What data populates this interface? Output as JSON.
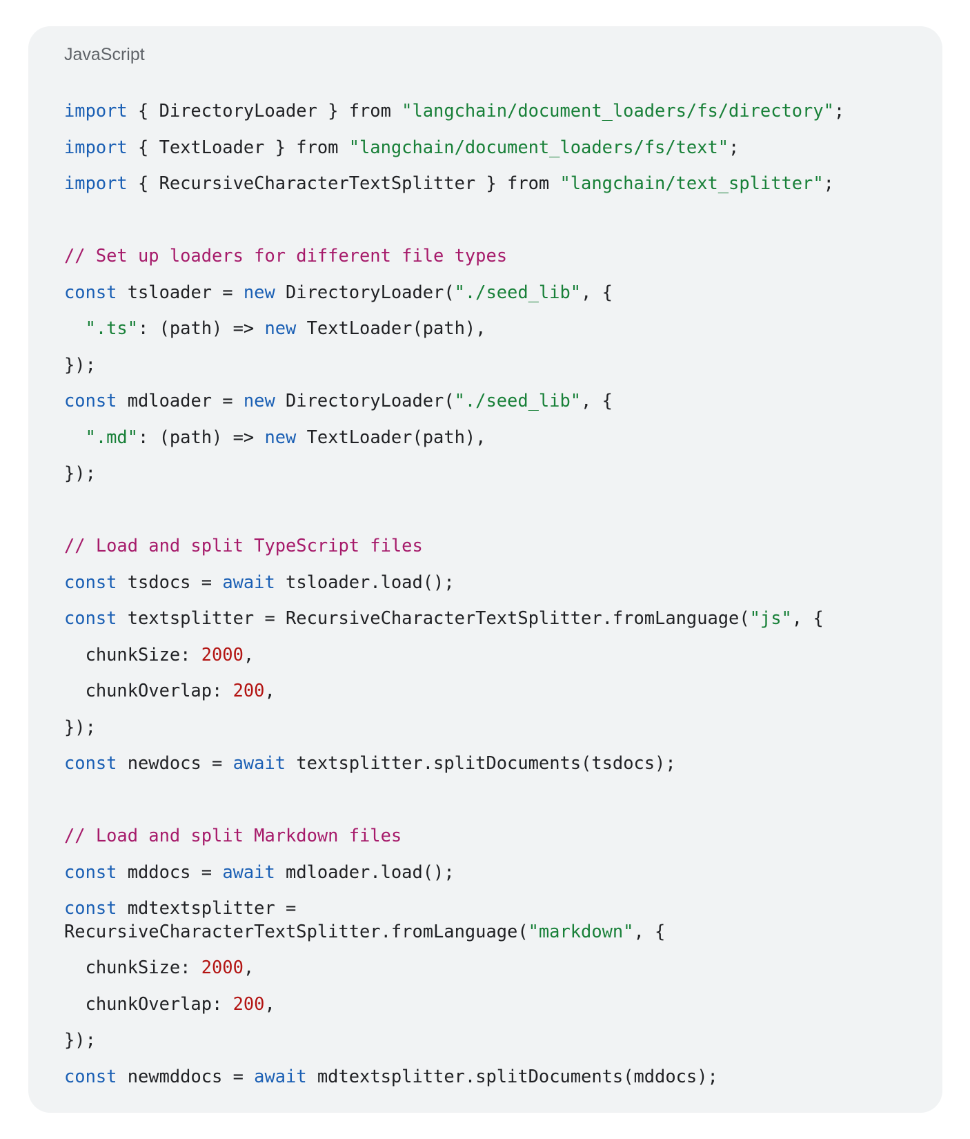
{
  "code_block": {
    "language_label": "JavaScript",
    "colors": {
      "background": "#f1f3f4",
      "keyword": "#1a5fb4",
      "string": "#188038",
      "comment": "#a61a6a",
      "number": "#b31412",
      "plain": "#202124",
      "label": "#5f6368"
    },
    "lines": [
      {
        "tokens": [
          [
            "kw",
            "import"
          ],
          [
            "plain",
            " { DirectoryLoader } from "
          ],
          [
            "str",
            "\"langchain/document_loaders/fs/directory\""
          ],
          [
            "plain",
            ";"
          ]
        ]
      },
      {
        "tokens": [
          [
            "kw",
            "import"
          ],
          [
            "plain",
            " { TextLoader } from "
          ],
          [
            "str",
            "\"langchain/document_loaders/fs/text\""
          ],
          [
            "plain",
            ";"
          ]
        ]
      },
      {
        "tokens": [
          [
            "kw",
            "import"
          ],
          [
            "plain",
            " { RecursiveCharacterTextSplitter } from "
          ],
          [
            "str",
            "\"langchain/text_splitter\""
          ],
          [
            "plain",
            ";"
          ]
        ]
      },
      {
        "tokens": []
      },
      {
        "tokens": [
          [
            "com",
            "// Set up loaders for different file types"
          ]
        ]
      },
      {
        "tokens": [
          [
            "kw",
            "const"
          ],
          [
            "plain",
            " tsloader = "
          ],
          [
            "kw",
            "new"
          ],
          [
            "plain",
            " DirectoryLoader("
          ],
          [
            "str",
            "\"./seed_lib\""
          ],
          [
            "plain",
            ", {"
          ]
        ]
      },
      {
        "tokens": [
          [
            "plain",
            "  "
          ],
          [
            "str",
            "\".ts\""
          ],
          [
            "plain",
            ": (path) => "
          ],
          [
            "kw",
            "new"
          ],
          [
            "plain",
            " TextLoader(path),"
          ]
        ]
      },
      {
        "tokens": [
          [
            "plain",
            "});"
          ]
        ]
      },
      {
        "tokens": [
          [
            "kw",
            "const"
          ],
          [
            "plain",
            " mdloader = "
          ],
          [
            "kw",
            "new"
          ],
          [
            "plain",
            " DirectoryLoader("
          ],
          [
            "str",
            "\"./seed_lib\""
          ],
          [
            "plain",
            ", {"
          ]
        ]
      },
      {
        "tokens": [
          [
            "plain",
            "  "
          ],
          [
            "str",
            "\".md\""
          ],
          [
            "plain",
            ": (path) => "
          ],
          [
            "kw",
            "new"
          ],
          [
            "plain",
            " TextLoader(path),"
          ]
        ]
      },
      {
        "tokens": [
          [
            "plain",
            "});"
          ]
        ]
      },
      {
        "tokens": []
      },
      {
        "tokens": [
          [
            "com",
            "// Load and split TypeScript files"
          ]
        ]
      },
      {
        "tokens": [
          [
            "kw",
            "const"
          ],
          [
            "plain",
            " tsdocs = "
          ],
          [
            "kw",
            "await"
          ],
          [
            "plain",
            " tsloader.load();"
          ]
        ]
      },
      {
        "tokens": [
          [
            "kw",
            "const"
          ],
          [
            "plain",
            " textsplitter = RecursiveCharacterTextSplitter.fromLanguage("
          ],
          [
            "str",
            "\"js\""
          ],
          [
            "plain",
            ", {"
          ]
        ]
      },
      {
        "tokens": [
          [
            "plain",
            "  chunkSize: "
          ],
          [
            "num",
            "2000"
          ],
          [
            "plain",
            ","
          ]
        ]
      },
      {
        "tokens": [
          [
            "plain",
            "  chunkOverlap: "
          ],
          [
            "num",
            "200"
          ],
          [
            "plain",
            ","
          ]
        ]
      },
      {
        "tokens": [
          [
            "plain",
            "});"
          ]
        ]
      },
      {
        "tokens": [
          [
            "kw",
            "const"
          ],
          [
            "plain",
            " newdocs = "
          ],
          [
            "kw",
            "await"
          ],
          [
            "plain",
            " textsplitter.splitDocuments(tsdocs);"
          ]
        ]
      },
      {
        "tokens": []
      },
      {
        "tokens": [
          [
            "com",
            "// Load and split Markdown files"
          ]
        ]
      },
      {
        "tokens": [
          [
            "kw",
            "const"
          ],
          [
            "plain",
            " mddocs = "
          ],
          [
            "kw",
            "await"
          ],
          [
            "plain",
            " mdloader.load();"
          ]
        ]
      },
      {
        "wrap": "start",
        "tokens": [
          [
            "kw",
            "const"
          ],
          [
            "plain",
            " mdtextsplitter ="
          ]
        ]
      },
      {
        "wrap": "cont",
        "tokens": [
          [
            "plain",
            "RecursiveCharacterTextSplitter.fromLanguage("
          ],
          [
            "str",
            "\"markdown\""
          ],
          [
            "plain",
            ", {"
          ]
        ]
      },
      {
        "tokens": [
          [
            "plain",
            "  chunkSize: "
          ],
          [
            "num",
            "2000"
          ],
          [
            "plain",
            ","
          ]
        ]
      },
      {
        "tokens": [
          [
            "plain",
            "  chunkOverlap: "
          ],
          [
            "num",
            "200"
          ],
          [
            "plain",
            ","
          ]
        ]
      },
      {
        "tokens": [
          [
            "plain",
            "});"
          ]
        ]
      },
      {
        "tokens": [
          [
            "kw",
            "const"
          ],
          [
            "plain",
            " newmddocs = "
          ],
          [
            "kw",
            "await"
          ],
          [
            "plain",
            " mdtextsplitter.splitDocuments(mddocs);"
          ]
        ]
      }
    ]
  }
}
